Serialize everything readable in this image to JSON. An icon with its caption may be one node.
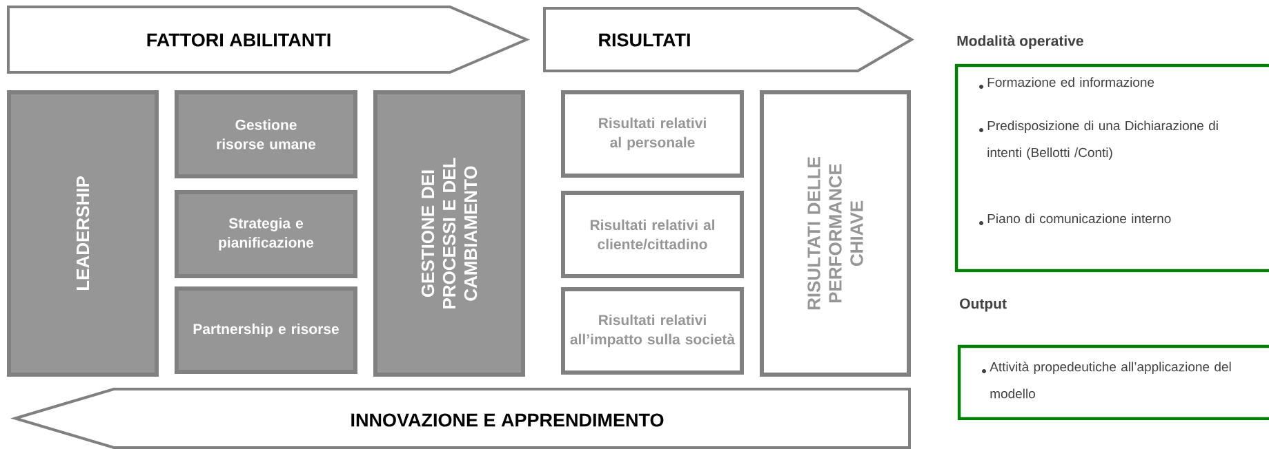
{
  "diagram": {
    "nodes": [
      {
        "text": [
          "FATTORI ABILITANTI"
        ]
      },
      {
        "text": [
          "RISULTATI"
        ]
      },
      {
        "text": [
          "LEADERSHIP"
        ]
      },
      {
        "text": [
          "Gestione risorse umane"
        ]
      },
      {
        "text": [
          "Strategia e pianificazione"
        ]
      },
      {
        "text": [
          "Partnership e risorse"
        ]
      },
      {
        "text": [
          "GESTIONE DEI PROCESSI E DEL CAMBIAMENTO"
        ]
      },
      {
        "text": [
          "Risultati relativi al personale"
        ]
      },
      {
        "text": [
          "Risultati relativi al cliente/cittadino"
        ]
      },
      {
        "text": [
          "Risultati relativi all’impatto sulla società"
        ]
      },
      {
        "text": [
          "RISULTATI DELLE PERFORMANCE CHIAVE"
        ]
      },
      {
        "text": [
          "INNOVAZIONE E APPRENDIMENTO"
        ]
      },
      {
        "text": [
          "Modalità operative",
          "Formazione ed informazione",
          "Predisposizione di una Dichiarazione di intenti (Bellotti /Conti)",
          "Piano di comunicazione interno"
        ]
      },
      {
        "text": [
          "Output",
          "Attività propedeutiche all’applicazione del modello"
        ]
      }
    ]
  }
}
